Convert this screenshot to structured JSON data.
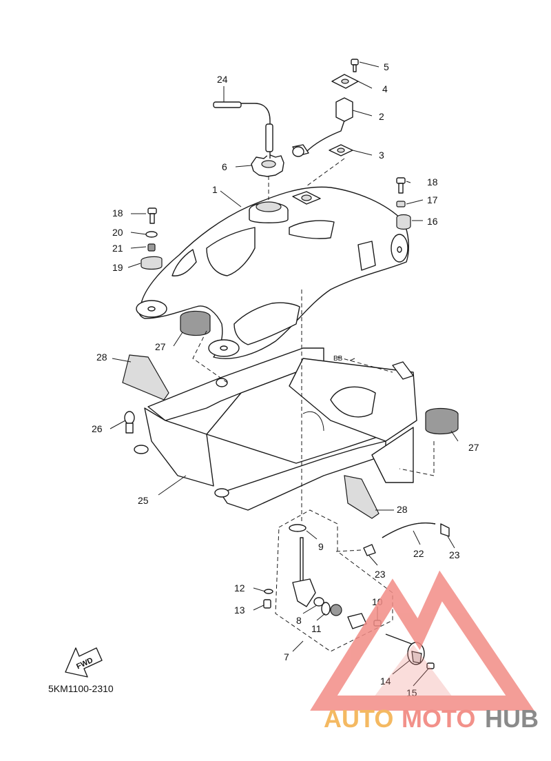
{
  "diagram": {
    "part_code": "5KM1100-2310",
    "fwd_label": "FWD",
    "section_label": "BB",
    "callouts": {
      "c1": "1",
      "c2": "2",
      "c3": "3",
      "c4": "4",
      "c5": "5",
      "c6": "6",
      "c7": "7",
      "c8": "8",
      "c9": "9",
      "c10": "10",
      "c11": "11",
      "c12": "12",
      "c13": "13",
      "c14": "14",
      "c15": "15",
      "c16": "16",
      "c17": "17",
      "c18a": "18",
      "c18b": "18",
      "c19": "19",
      "c20": "20",
      "c21": "21",
      "c22": "22",
      "c23a": "23",
      "c23b": "23",
      "c24": "24",
      "c25": "25",
      "c26": "26",
      "c27a": "27",
      "c27b": "27",
      "c28a": "28",
      "c28b": "28"
    }
  },
  "watermark": {
    "part1": "AUTO",
    "part2": "MOTO",
    "part3": "HUB",
    "colors": {
      "auto": "#f4b962",
      "moto": "#f2918a",
      "hub": "#8a8a8a",
      "triangle": "#f28c86"
    }
  }
}
